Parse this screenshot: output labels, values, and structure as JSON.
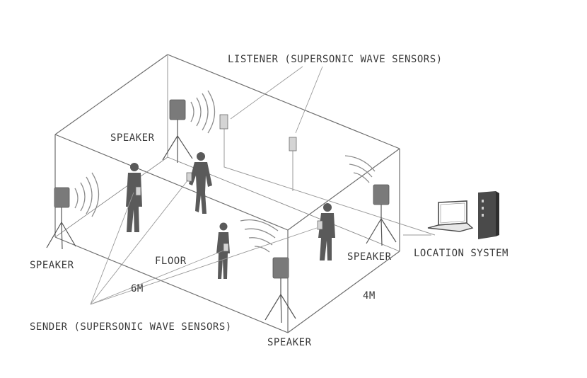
{
  "labels": {
    "listener": "LISTENER (SUPERSONIC WAVE SENSORS)",
    "sender": "SENDER (SUPERSONIC WAVE SENSORS)",
    "speaker_back": "SPEAKER",
    "speaker_left": "SPEAKER",
    "speaker_right": "SPEAKER",
    "speaker_front": "SPEAKER",
    "floor": "FLOOR",
    "location_system": "LOCATION SYSTEM",
    "width_dim": "6M",
    "depth_dim": "4M"
  },
  "icons": {
    "speaker": "speaker-icon",
    "person": "person-icon",
    "sensor": "sensor-icon",
    "laptop": "laptop-icon",
    "server": "server-icon"
  }
}
